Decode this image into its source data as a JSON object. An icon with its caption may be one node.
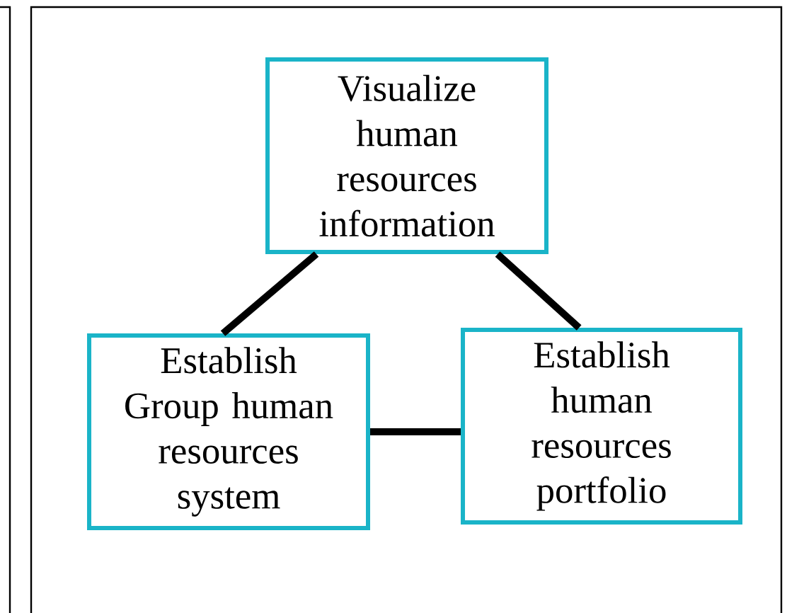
{
  "diagram": {
    "nodes": [
      {
        "text": [
          "Visualize human resources information"
        ]
      },
      {
        "text": [
          "Establish Group human resources system"
        ]
      },
      {
        "text": [
          "Establish human resources portfolio"
        ]
      }
    ],
    "edges": [
      {
        "from": 0,
        "to": 1,
        "arrow": "none"
      },
      {
        "from": 0,
        "to": 2,
        "arrow": "none"
      },
      {
        "from": 1,
        "to": 2,
        "arrow": "none"
      }
    ]
  }
}
